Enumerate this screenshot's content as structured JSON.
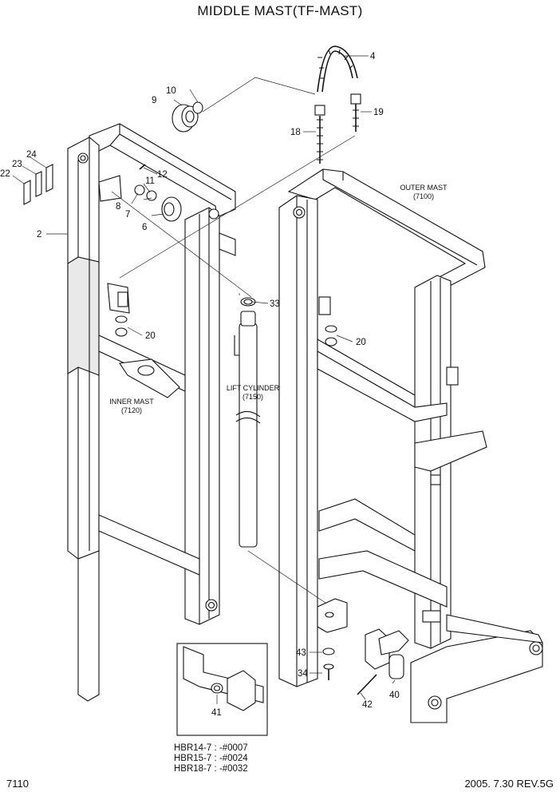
{
  "title": "MIDDLE MAST(TF-MAST)",
  "page_number": "7110",
  "revision": "2005. 7.30 REV.5G",
  "assembly_labels": {
    "outer_mast": "OUTER MAST",
    "outer_mast_code": "(7100)",
    "inner_mast": "INNER MAST",
    "inner_mast_code": "(7120)",
    "lift_cylinder": "LIFT CYLINDER",
    "lift_cylinder_code": "(7150)"
  },
  "callouts": {
    "p2": "2",
    "p4": "4",
    "p6": "6",
    "p7": "7",
    "p8": "8",
    "p9": "9",
    "p10": "10",
    "p11": "11",
    "p12": "12",
    "p18": "18",
    "p19": "19",
    "p20a": "20",
    "p20b": "20",
    "p22": "22",
    "p23": "23",
    "p24": "24",
    "p33": "33",
    "p34": "34",
    "p40": "40",
    "p41": "41",
    "p42": "42",
    "p43": "43"
  },
  "serial_notes": [
    "HBR14-7 : -#0007",
    "HBR15-7 : -#0024",
    "HBR18-7 : -#0032"
  ]
}
